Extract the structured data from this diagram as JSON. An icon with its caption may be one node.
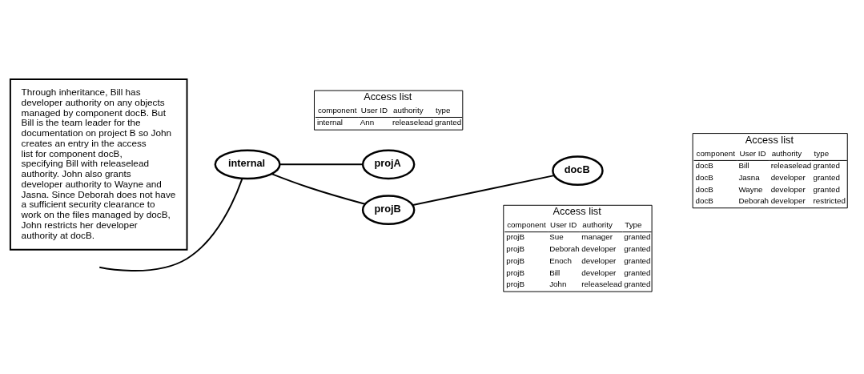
{
  "diagram": {
    "nodes": [
      {
        "text": [
          "Through inheritance, Bill has developer authority on any objects managed by component docB. But Bill is the team leader for the documentation on project B so John creates an entry in the access list for component docB, specifying Bill with releaselead authority. John also grants developer authority to Wayne and Jasna. Since Deborah does not have a sufficient security clearance to work on the files managed by docB, John restricts her developer authority at docB."
        ]
      },
      {
        "text": [
          "Access list",
          "component",
          "User ID",
          "authority",
          "type",
          "internal",
          "Ann",
          "releaselead",
          "granted"
        ]
      },
      {
        "text": [
          "internal"
        ]
      },
      {
        "text": [
          "projA"
        ]
      },
      {
        "text": [
          "projB"
        ]
      },
      {
        "text": [
          "docB"
        ]
      },
      {
        "text": [
          "Access list",
          "component",
          "User ID",
          "authority",
          "Type",
          "projB",
          "Sue",
          "manager",
          "granted",
          "projB",
          "Deborah",
          "developer",
          "granted",
          "projB",
          "Enoch",
          "developer",
          "granted",
          "projB",
          "Bill",
          "developer",
          "granted",
          "projB",
          "John",
          "releaselead",
          "granted"
        ]
      },
      {
        "text": [
          "Access list",
          "component",
          "User ID",
          "authority",
          "type",
          "docB",
          "Bill",
          "releaselead",
          "granted",
          "docB",
          "Jasna",
          "developer",
          "granted",
          "docB",
          "Wayne",
          "developer",
          "granted",
          "docB",
          "Deborah",
          "developer",
          "restricted"
        ]
      }
    ],
    "edges": [
      {
        "from": null,
        "to": 2,
        "arrow": "none"
      },
      {
        "from": 2,
        "to": 3,
        "arrow": "none"
      },
      {
        "from": 2,
        "to": 4,
        "arrow": "none"
      },
      {
        "from": 4,
        "to": 5,
        "arrow": "none"
      }
    ]
  }
}
